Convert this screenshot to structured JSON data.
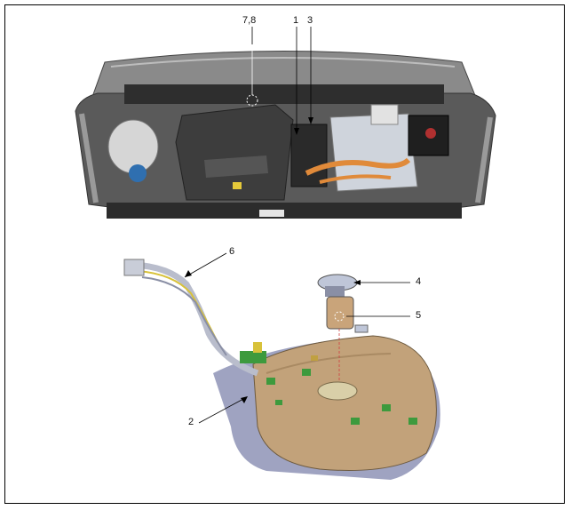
{
  "callouts": {
    "c78": "7,8",
    "c1": "1",
    "c3": "3",
    "c6": "6",
    "c4": "4",
    "c5": "5",
    "c2": "2"
  },
  "colors": {
    "hood": "#7a7a7a",
    "engine_cover": "#3b3b3b",
    "orange_cable": "#e08a3a",
    "tank_body": "#c2a27a",
    "tank_shadow": "#8e93b6",
    "green_clips": "#3d9a3d",
    "yellow_line": "#d8c23a",
    "fuel_pump": "#bfc6d8"
  },
  "icons": [
    "engine-bay-illustration",
    "fuel-tank-illustration",
    "fuel-pump-module-illustration",
    "filler-neck-illustration",
    "fuel-sender-illustration"
  ]
}
